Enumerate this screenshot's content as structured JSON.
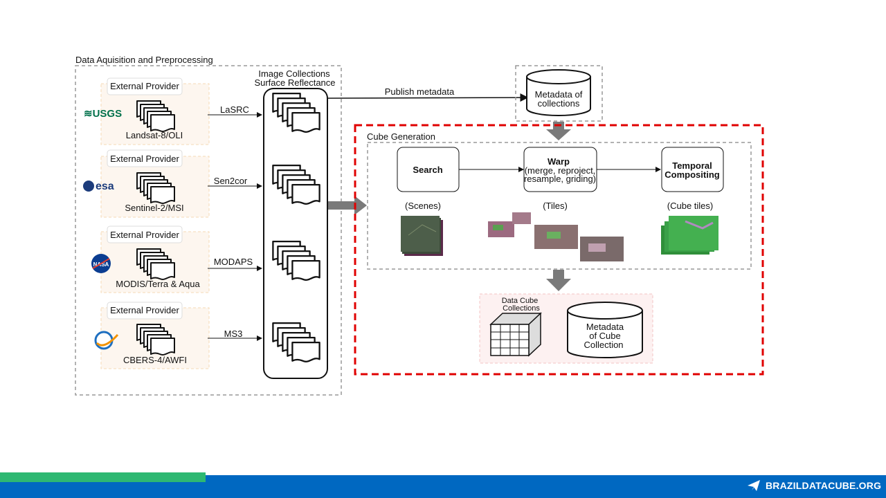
{
  "acquisition": {
    "title": "Data Aquisition and Preprocessing",
    "providers": [
      {
        "label": "External Provider",
        "logo": "USGS",
        "sensor": "Landsat-8/OLI",
        "process": "LaSRC"
      },
      {
        "label": "External Provider",
        "logo": "esa",
        "sensor": "Sentinel-2/MSI",
        "process": "Sen2cor"
      },
      {
        "label": "External Provider",
        "logo": "NASA",
        "sensor": "MODIS/Terra & Aqua",
        "process": "MODAPS"
      },
      {
        "label": "External Provider",
        "logo": "INPE",
        "sensor": "CBERS-4/AWFI",
        "process": "MS3"
      }
    ],
    "collections_title_1": "Image Collections",
    "collections_title_2": "Surface Reflectance"
  },
  "publish_label": "Publish metadata",
  "metadata_collections": {
    "line1": "Metadata of",
    "line2": "collections"
  },
  "cube_generation": {
    "title": "Cube Generation",
    "search": "Search",
    "warp_title": "Warp",
    "warp_l1": "(merge, reproject,",
    "warp_l2": "resample, griding)",
    "temporal_l1": "Temporal",
    "temporal_l2": "Compositing",
    "scenes": "(Scenes)",
    "tiles": "(Tiles)",
    "cube_tiles": "(Cube tiles)",
    "data_cube_l1": "Data Cube",
    "data_cube_l2": "Collections",
    "meta_cube_l1": "Metadata",
    "meta_cube_l2": "of Cube",
    "meta_cube_l3": "Collection"
  },
  "footer": {
    "site": "BRAZILDATACUBE.ORG",
    "icon": "paper-plane-icon"
  },
  "colors": {
    "red_dashed": "#e00000",
    "footer_blue": "#0068c1",
    "footer_green": "#2eb872",
    "usgs_green": "#00704a",
    "esa_blue": "#1c3c7c"
  }
}
